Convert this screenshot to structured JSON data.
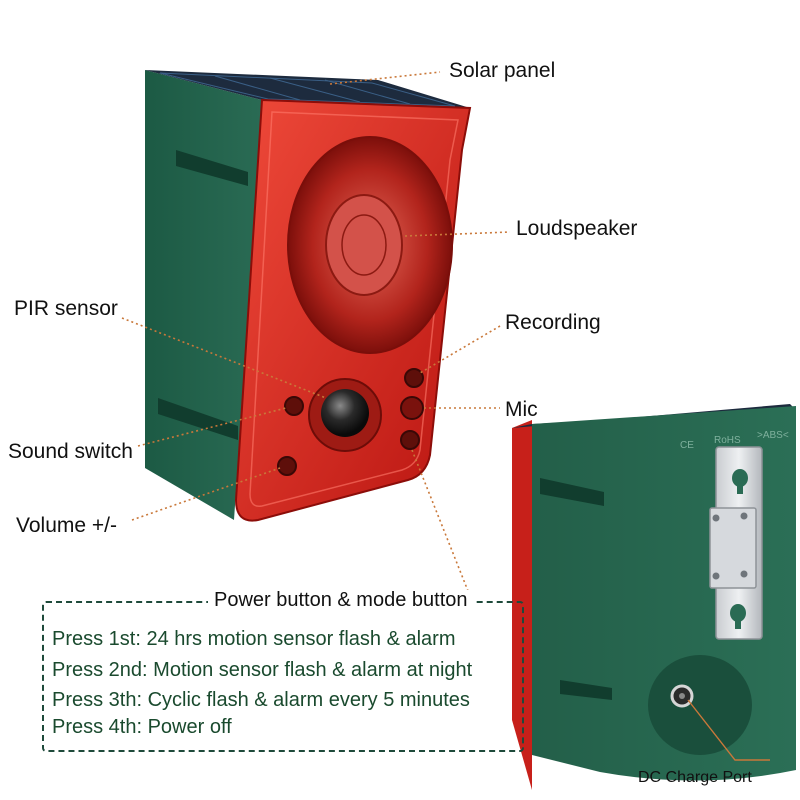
{
  "labels": {
    "solar_panel": "Solar panel",
    "loudspeaker": "Loudspeaker",
    "pir_sensor": "PIR sensor",
    "recording": "Recording",
    "mic": "Mic",
    "sound_switch": "Sound switch",
    "volume": "Volume +/-",
    "dc_charge_port": "DC Charge Port"
  },
  "back_marks": {
    "ce": "CE",
    "rohs": "RoHS",
    "abs": ">ABS<"
  },
  "modes": {
    "title": "Power button  & mode button",
    "items": [
      "Press 1st: 24 hrs motion sensor flash & alarm",
      "Press 2nd: Motion sensor flash & alarm at night",
      "Press 3th: Cyclic flash & alarm every 5 minutes",
      "Press 4th: Power off"
    ]
  },
  "colors": {
    "housing_green": "#1f5a45",
    "red_cover": "#d8221a",
    "callout_line": "#c9783a"
  }
}
